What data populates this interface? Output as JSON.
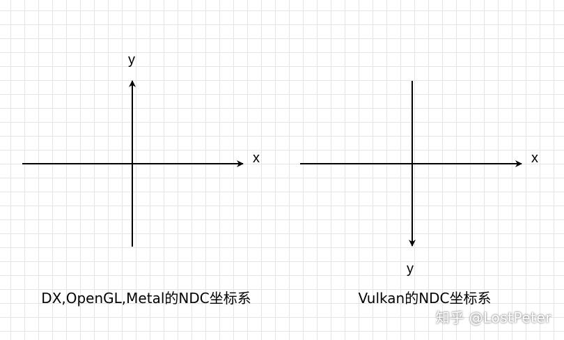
{
  "diagram": {
    "left": {
      "x_label": "x",
      "y_label": "y",
      "y_direction": "up",
      "caption": "DX,OpenGL,Metal的NDC坐标系"
    },
    "right": {
      "x_label": "x",
      "y_label": "y",
      "y_direction": "down",
      "caption": "Vulkan的NDC坐标系"
    }
  },
  "watermark": {
    "text": "知乎 @LostPeter"
  },
  "colors": {
    "line": "#000000",
    "grid": "#e4e4e4",
    "background": "#ffffff"
  }
}
